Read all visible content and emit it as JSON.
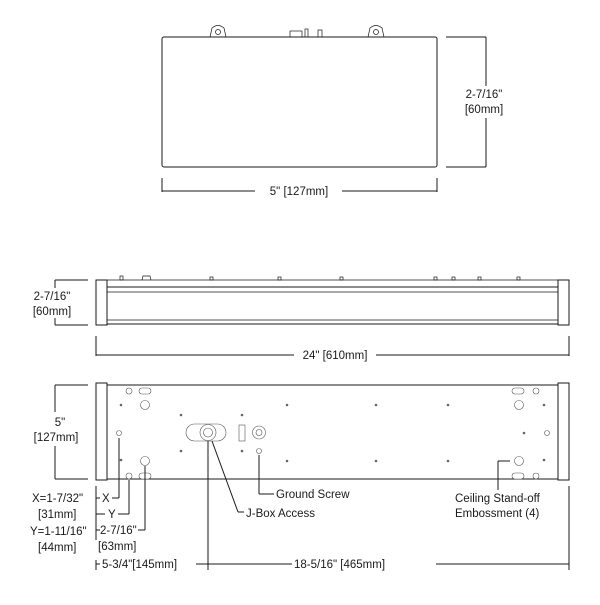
{
  "end_view": {
    "height_label_1": "2-7/16\"",
    "height_label_2": "[60mm]",
    "width_label": "5\" [127mm]"
  },
  "side_view": {
    "height_label_1": "2-7/16\"",
    "height_label_2": "[60mm]",
    "length_label": "24\" [610mm]"
  },
  "bottom_view": {
    "width_label_1": "5\"",
    "width_label_2": "[127mm]",
    "x_label": "X=1-7/32\"",
    "x_mm": "[31mm]",
    "x_marker": "X",
    "y_label": "Y=1-11/16\"",
    "y_mm": "[44mm]",
    "y_marker": "Y",
    "offset_label": "2-7/16\"",
    "offset_mm": "[63mm]",
    "left_dim": "5-3/4\"[145mm]",
    "center_dim": "18-5/16\" [465mm]",
    "callouts": {
      "ground_screw": "Ground Screw",
      "jbox": "J-Box Access",
      "standoff_line1": "Ceiling Stand-off",
      "standoff_line2": "Embossment (4)"
    }
  },
  "colors": {
    "line": "#1a1a1a",
    "background": "#ffffff"
  }
}
